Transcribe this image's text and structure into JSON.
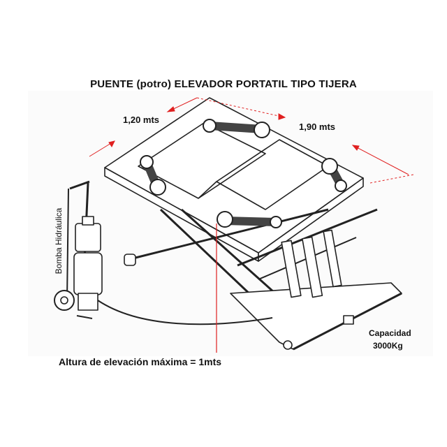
{
  "title": "PUENTE (potro) ELEVADOR PORTATIL TIPO TIJERA",
  "dimensions": {
    "width": "1,20 mts",
    "length": "1,90 mts"
  },
  "pump_label": "Bomba Hidráulica",
  "capacity": {
    "line1": "Capacidad",
    "line2": "3000Kg"
  },
  "max_height": "Altura de elevación máxima = 1mts",
  "colors": {
    "annotation_red": "#e02020",
    "line_art": "#222222",
    "text": "#111111"
  }
}
